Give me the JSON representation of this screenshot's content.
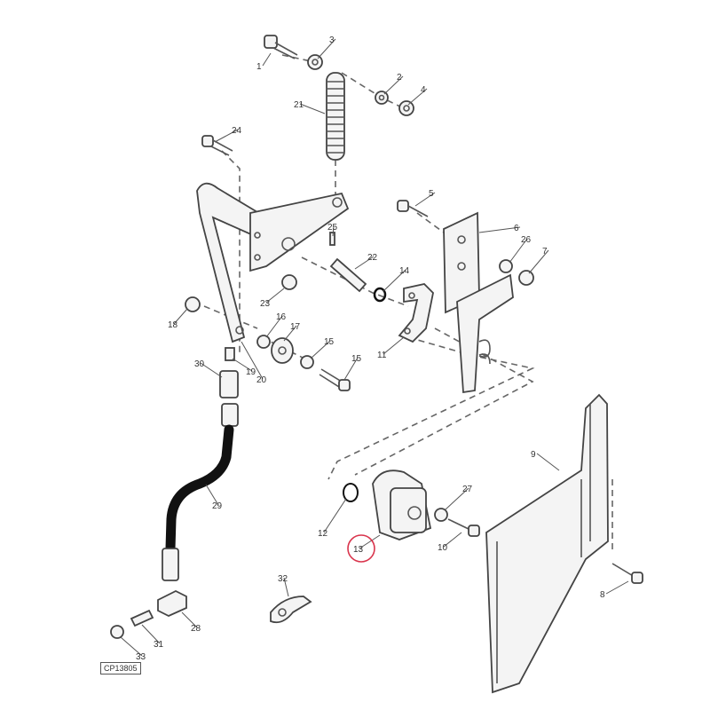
{
  "diagram": {
    "reference_code": "CP13805",
    "highlight_color": "#d9344c",
    "highlighted_callout": "13",
    "callouts": [
      "1",
      "3",
      "2",
      "4",
      "21",
      "24",
      "5",
      "6",
      "26",
      "7",
      "25",
      "22",
      "14",
      "23",
      "18",
      "16",
      "17",
      "15",
      "15",
      "11",
      "19",
      "20",
      "30",
      "29",
      "28",
      "31",
      "33",
      "32",
      "12",
      "13",
      "27",
      "10",
      "9",
      "8"
    ]
  }
}
